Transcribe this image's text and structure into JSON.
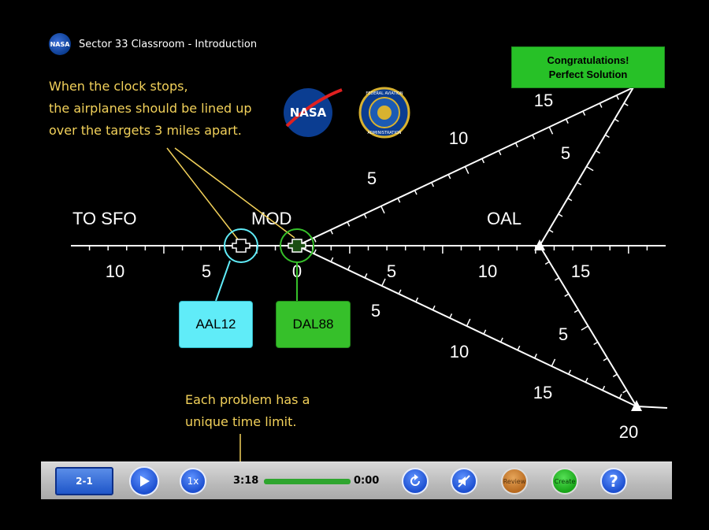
{
  "window": {
    "title": "Sector 33 Classroom - Introduction",
    "logo_text": "NASA"
  },
  "logos": {
    "nasa": "NASA",
    "faa": [
      "FEDERAL AVIATION",
      "ADMINISTRATION"
    ]
  },
  "instruction_top": "When the clock stops,\nthe airplanes should be lined up\nover the targets 3 miles apart.",
  "instruction_bottom": "Each problem has a\nunique time limit.",
  "status": {
    "line1": "Congratulations!",
    "line2": "Perfect Solution"
  },
  "waypoints": {
    "to_sfo": "TO SFO",
    "mod": "MOD",
    "oal": "OAL"
  },
  "route_labels": {
    "horizontal": [
      "10",
      "5",
      "0",
      "5",
      "10",
      "15"
    ],
    "upper_diagonal": [
      "5",
      "10",
      "15"
    ],
    "upper_descent": [
      "5"
    ],
    "lower_diagonal": [
      "5",
      "10",
      "15"
    ],
    "lower_descent": [
      "5",
      "20"
    ]
  },
  "aircraft": [
    {
      "callsign": "AAL12",
      "color": "#60ecf8"
    },
    {
      "callsign": "DAL88",
      "color": "#36c02a"
    }
  ],
  "toolbar": {
    "problem": "2-1",
    "speed": "1x",
    "time_elapsed": "3:18",
    "time_end": "0:00",
    "progress_fraction": 1.0,
    "review": "Review",
    "create": "Create",
    "help": "?"
  },
  "colors": {
    "route": "#ffffff",
    "instruction": "#f2d15a",
    "success": "#27c127"
  }
}
